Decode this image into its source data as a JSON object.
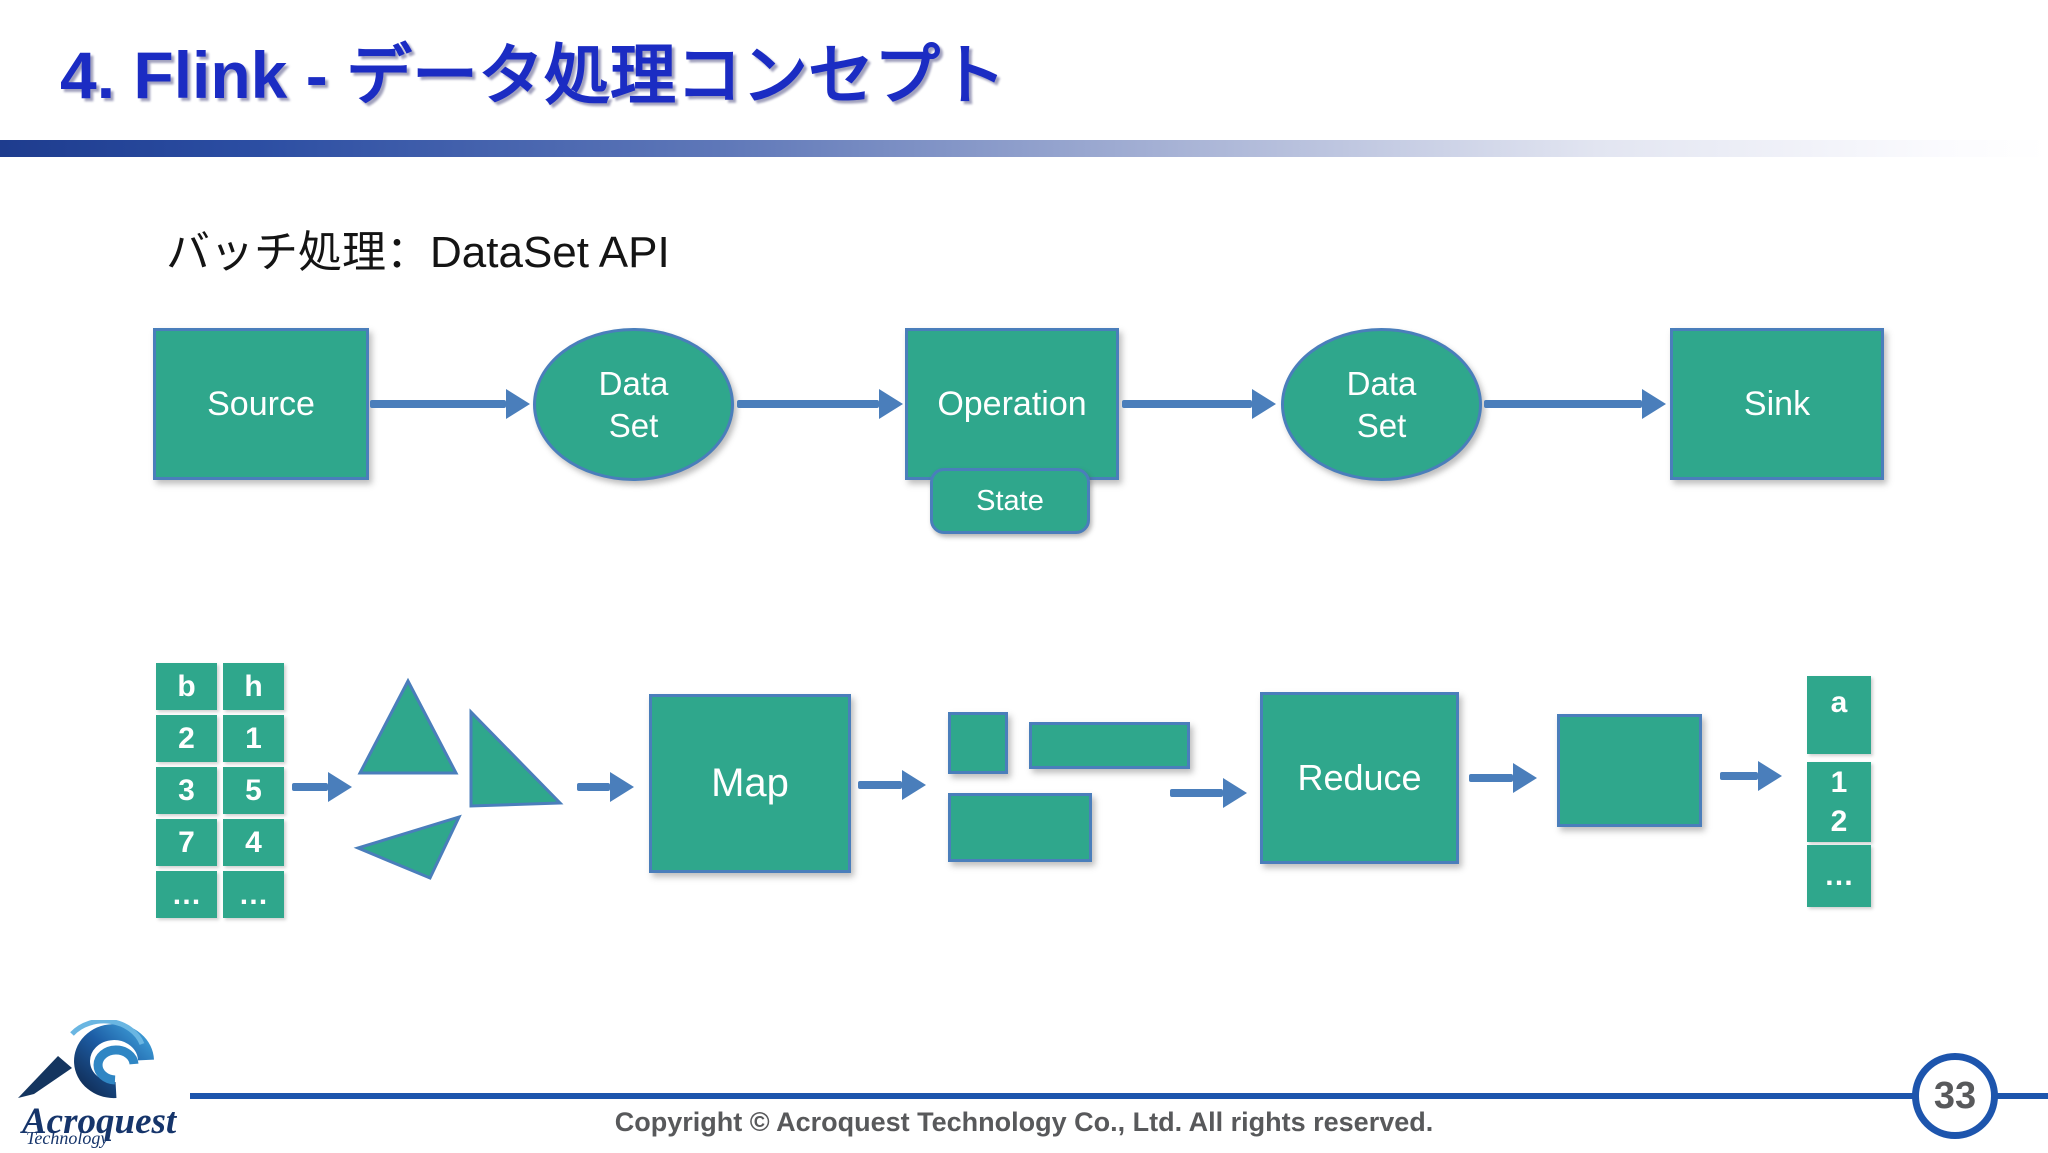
{
  "slide": {
    "title": "4. Flink - データ処理コンセプト",
    "subtitle": "バッチ処理：DataSet API"
  },
  "colors": {
    "node_teal": "#2FA78C",
    "arrow_blue": "#4A7EBB",
    "title_blue": "#1B2CC3",
    "footer_line_blue": "#1D55AD",
    "footer_text_gray": "#58595B",
    "logo_navy": "#16356B"
  },
  "flow1": {
    "source": "Source",
    "dataset1": "Data\nSet",
    "operation": "Operation",
    "state": "State",
    "dataset2": "Data\nSet",
    "sink": "Sink"
  },
  "flow2": {
    "input_table": {
      "headers": [
        "b",
        "h"
      ],
      "rows": [
        [
          "2",
          "1"
        ],
        [
          "3",
          "5"
        ],
        [
          "7",
          "4"
        ],
        [
          "…",
          "…"
        ]
      ]
    },
    "map_label": "Map",
    "reduce_label": "Reduce",
    "output_table": {
      "header": "a",
      "values": "1\n2",
      "more": "…"
    }
  },
  "footer": {
    "logo_title": "Acroquest",
    "logo_subtitle": "Technology",
    "copyright": "Copyright © Acroquest Technology Co., Ltd. All rights reserved.",
    "page_number": "33"
  }
}
